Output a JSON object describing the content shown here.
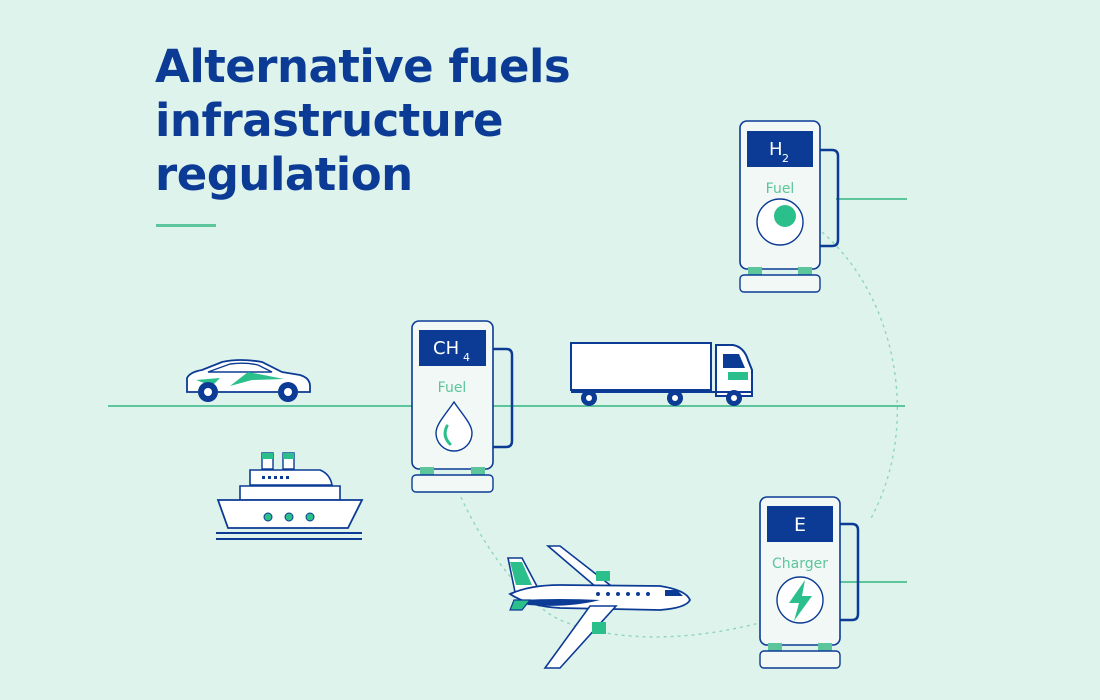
{
  "title": {
    "lines": [
      "Alternative fuels",
      "infrastructure",
      "regulation"
    ]
  },
  "stations": {
    "hydrogen": {
      "label_main": "H",
      "label_sub": "2",
      "caption": "Fuel"
    },
    "methane": {
      "label_main": "CH",
      "label_sub": "4",
      "caption": "Fuel"
    },
    "electric": {
      "label_main": "E",
      "caption": "Charger"
    }
  },
  "colors": {
    "background": "#dff3ed",
    "navy": "#0b3b95",
    "green": "#5cc59b",
    "teal": "#2bbf8c",
    "white": "#ffffff"
  },
  "icons": [
    "car-icon",
    "ship-icon",
    "truck-icon",
    "airplane-icon",
    "water-drop-icon",
    "lightning-icon"
  ]
}
